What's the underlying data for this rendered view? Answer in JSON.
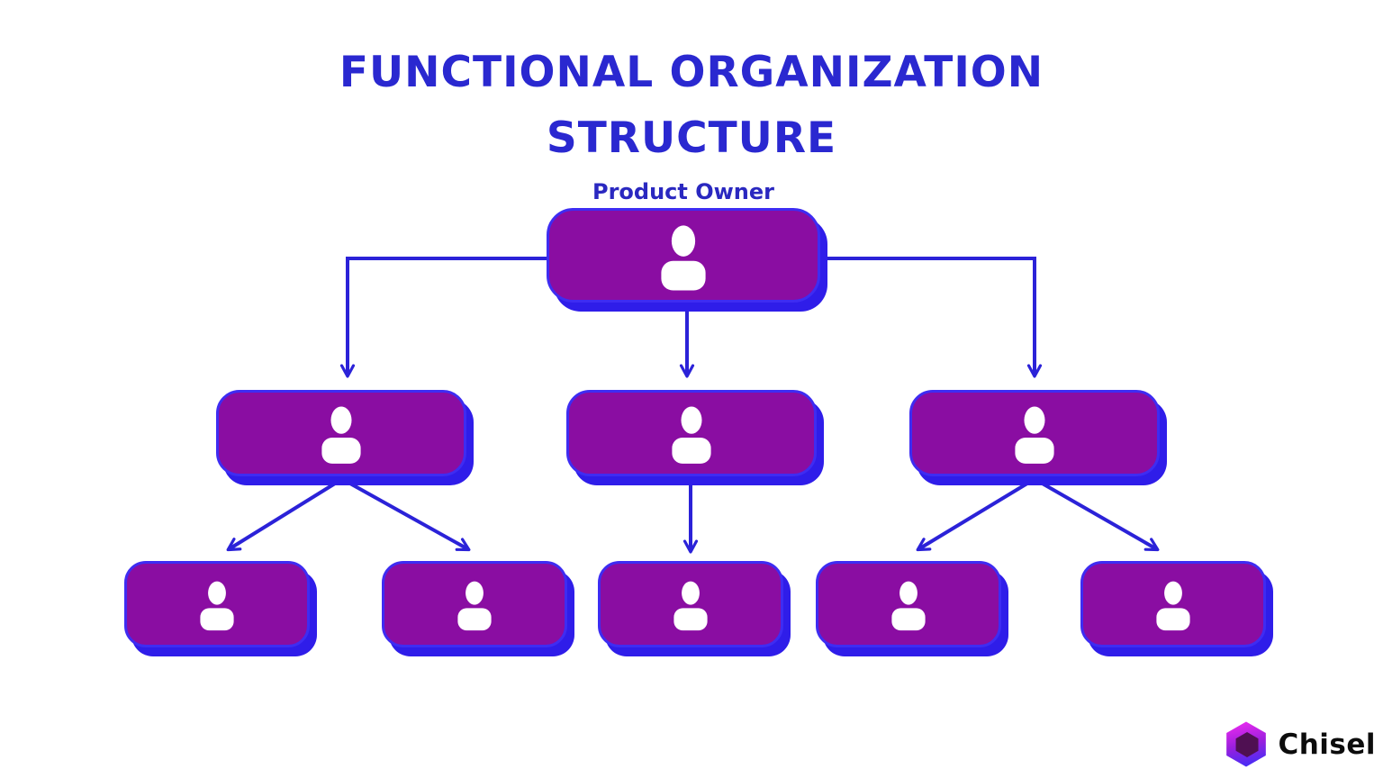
{
  "title": {
    "line1": "FUNCTIONAL ORGANIZATION",
    "line2": "STRUCTURE"
  },
  "diagram": {
    "type": "org-chart",
    "root_label": "Product Owner",
    "levels": [
      {
        "level": 1,
        "node_count": 1,
        "labels": [
          "Product Owner"
        ]
      },
      {
        "level": 2,
        "node_count": 3,
        "labels": [
          "",
          "",
          ""
        ]
      },
      {
        "level": 3,
        "node_count": 5,
        "labels": [
          "",
          "",
          "",
          "",
          ""
        ]
      }
    ],
    "edges": [
      [
        "root",
        "mid-1"
      ],
      [
        "root",
        "mid-2"
      ],
      [
        "root",
        "mid-3"
      ],
      [
        "mid-1",
        "bottom-1"
      ],
      [
        "mid-1",
        "bottom-2"
      ],
      [
        "mid-2",
        "bottom-3"
      ],
      [
        "mid-3",
        "bottom-4"
      ],
      [
        "mid-3",
        "bottom-5"
      ]
    ],
    "node_icon": "person-icon"
  },
  "brand": {
    "name": "Chisel",
    "logo": "hexagon-gradient-logo"
  },
  "colors": {
    "background": "#ffffff",
    "title_text": "#2a28d0",
    "label_text": "#2a28c0",
    "node_fill": "#8a0da2",
    "node_edge": "#3e2cf2",
    "node_shadow": "#2f1de9",
    "connector": "#2b22d8",
    "icon_fill": "#ffffff",
    "brand_text": "#0c0c0c",
    "logo_gradient_top": "#ef2bf0",
    "logo_gradient_bottom": "#4b2cf4",
    "logo_inner": "#4f1052"
  }
}
